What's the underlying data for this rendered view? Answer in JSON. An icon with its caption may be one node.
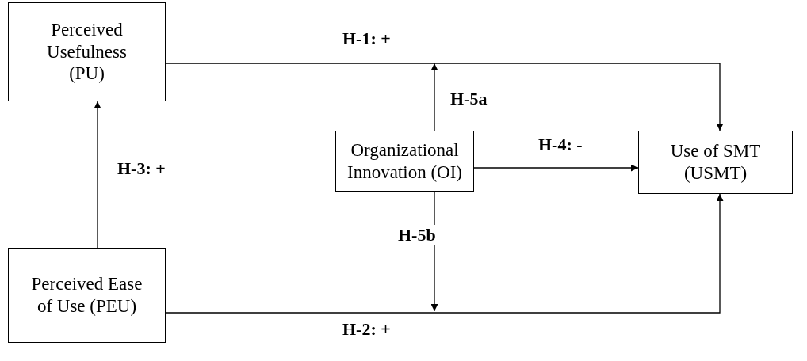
{
  "diagram": {
    "nodes": [
      {
        "text": [
          "Perceived Usefulness (PU)"
        ]
      },
      {
        "text": [
          "Organizational Innovation (OI)"
        ]
      },
      {
        "text": [
          "Use of SMT (USMT)"
        ]
      },
      {
        "text": [
          "Perceived Ease of Use (PEU)"
        ]
      }
    ],
    "edges": [
      {
        "from": 0,
        "to": 2,
        "arrow": "to",
        "label": "H-1: +"
      },
      {
        "from": 1,
        "to": null,
        "arrow": "to",
        "label": "H-5a"
      },
      {
        "from": 3,
        "to": 0,
        "arrow": "to",
        "label": "H-3: +"
      },
      {
        "from": 1,
        "to": 2,
        "arrow": "to",
        "label": "H-4: -"
      },
      {
        "from": 1,
        "to": null,
        "arrow": "to",
        "label": "H-5b"
      },
      {
        "from": 3,
        "to": 2,
        "arrow": "to",
        "label": "H-2: +"
      }
    ]
  }
}
